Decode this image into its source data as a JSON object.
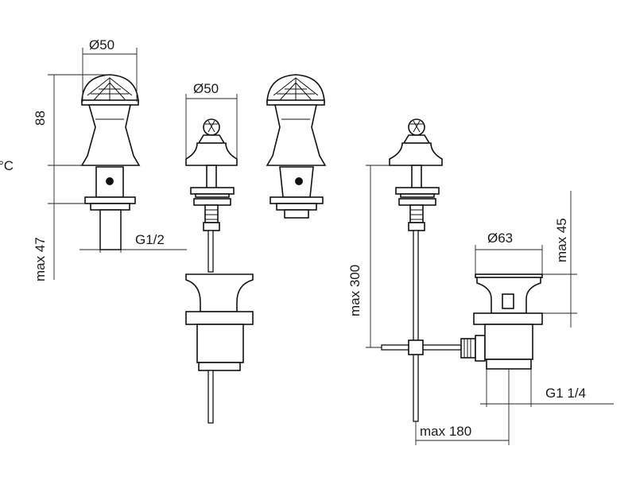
{
  "labels": {
    "d50_left": "Ø50",
    "d50_mid": "Ø50",
    "h88": "88",
    "hc": "°C",
    "max47": "max 47",
    "g12": "G1/2",
    "max300": "max 300",
    "d63": "Ø63",
    "max45": "max 45",
    "g114": "G1 1/4",
    "max180": "max 180"
  },
  "colors": {
    "line": "#111111",
    "background": "#ffffff"
  }
}
